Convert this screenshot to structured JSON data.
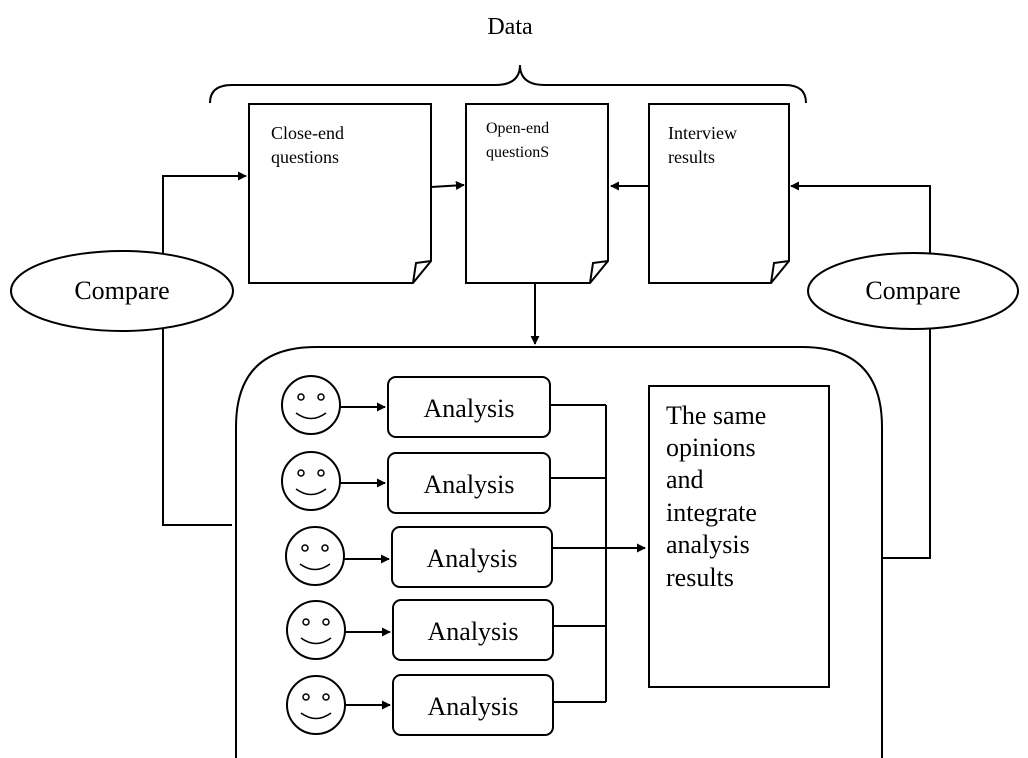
{
  "header": {
    "title": "Data"
  },
  "documents": [
    {
      "line1": "Close-end",
      "line2": "questions"
    },
    {
      "line1": "Open-end",
      "line2": "questionS"
    },
    {
      "line1": "Interview",
      "line2": "results"
    }
  ],
  "compare": {
    "left_label": "Compare",
    "right_label": "Compare"
  },
  "analysis": {
    "labels": [
      "Analysis",
      "Analysis",
      "Analysis",
      "Analysis",
      "Analysis"
    ]
  },
  "result": {
    "lines": [
      "The same",
      "opinions",
      "and",
      "integrate",
      "analysis",
      "results"
    ]
  }
}
